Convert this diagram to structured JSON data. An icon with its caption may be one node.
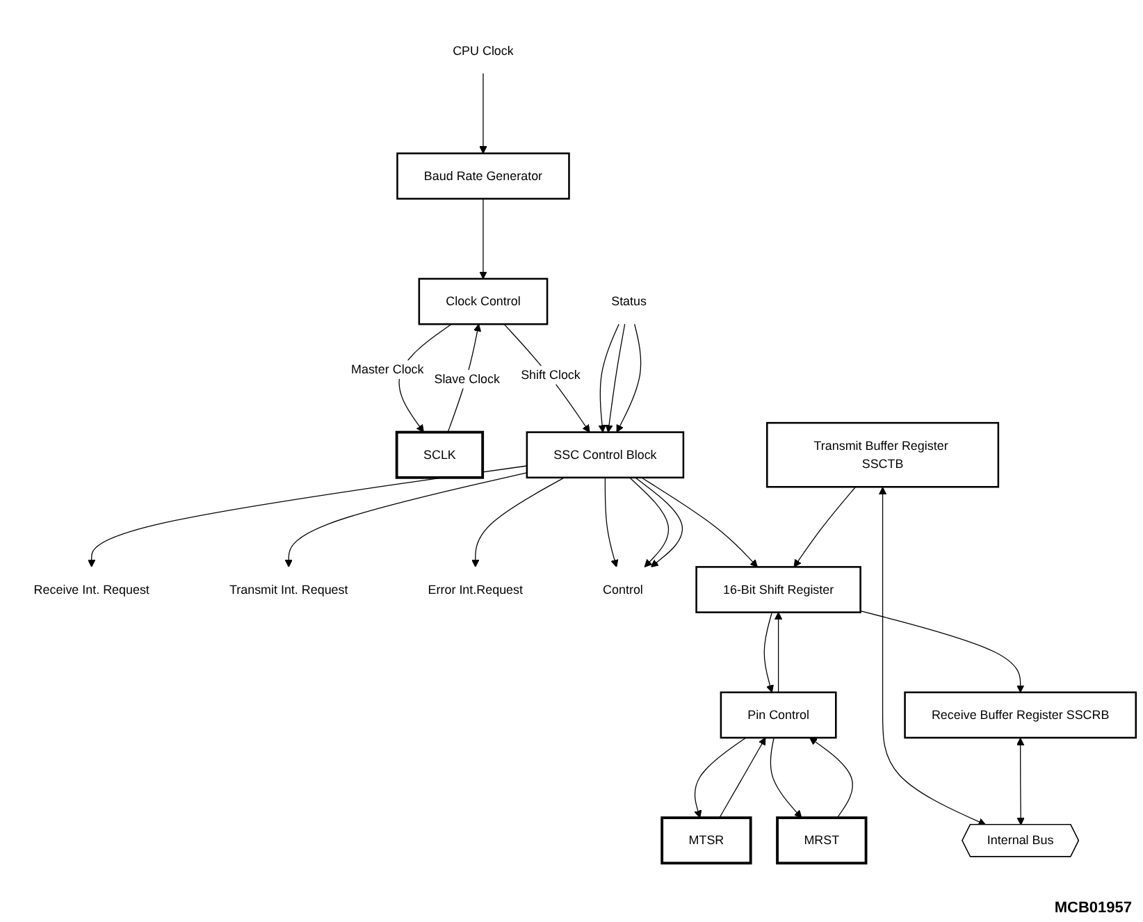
{
  "diagram": {
    "nodes": [
      {
        "text": [
          "CPU Clock"
        ]
      },
      {
        "text": [
          "Baud Rate Generator"
        ]
      },
      {
        "text": [
          "Clock Control"
        ]
      },
      {
        "text": [
          "SCLK"
        ]
      },
      {
        "text": [
          "SSC Control Block"
        ]
      },
      {
        "text": [
          "Receive Int. Request"
        ]
      },
      {
        "text": [
          "Transmit Int. Request"
        ]
      },
      {
        "text": [
          "Error Int.Request"
        ]
      },
      {
        "text": [
          "Status"
        ]
      },
      {
        "text": [
          "Control"
        ]
      },
      {
        "text": [
          "Pin Control"
        ]
      },
      {
        "text": [
          "MTSR"
        ]
      },
      {
        "text": [
          "MRST"
        ]
      },
      {
        "text": [
          "16-Bit Shift Register"
        ]
      },
      {
        "text": [
          "Transmit Buffer Register SSCTB"
        ]
      },
      {
        "text": [
          "Receive Buffer Register SSCRB"
        ]
      },
      {
        "text": [
          "Internal Bus"
        ]
      }
    ],
    "edges": [
      {
        "from": 0,
        "to": 1,
        "arrow": "to"
      },
      {
        "from": 1,
        "to": 2,
        "arrow": "to"
      },
      {
        "from": 3,
        "to": 2,
        "arrow": "to",
        "label": "Slave Clock"
      },
      {
        "from": 2,
        "to": 3,
        "arrow": "to",
        "label": "Master Clock"
      },
      {
        "from": 2,
        "to": 4,
        "arrow": "to",
        "label": "Shift Clock"
      },
      {
        "from": 4,
        "to": 5,
        "arrow": "to"
      },
      {
        "from": 4,
        "to": 6,
        "arrow": "to"
      },
      {
        "from": 4,
        "to": 7,
        "arrow": "to"
      },
      {
        "from": 8,
        "to": 4,
        "arrow": "to"
      },
      {
        "from": 8,
        "to": 4,
        "arrow": "to"
      },
      {
        "from": 8,
        "to": 4,
        "arrow": "to"
      },
      {
        "from": 4,
        "to": 9,
        "arrow": "to"
      },
      {
        "from": 4,
        "to": 9,
        "arrow": "to"
      },
      {
        "from": 4,
        "to": 9,
        "arrow": "to"
      },
      {
        "from": 4,
        "to": 13,
        "arrow": "to"
      },
      {
        "from": 13,
        "to": 10,
        "arrow": "to"
      },
      {
        "from": 10,
        "to": 13,
        "arrow": "to"
      },
      {
        "from": 10,
        "to": 11,
        "arrow": "to"
      },
      {
        "from": 10,
        "to": 12,
        "arrow": "to"
      },
      {
        "from": 11,
        "to": 10,
        "arrow": "to"
      },
      {
        "from": 12,
        "to": 10,
        "arrow": "to"
      },
      {
        "from": 14,
        "to": 13,
        "arrow": "to"
      },
      {
        "from": 13,
        "to": 15,
        "arrow": "to"
      },
      {
        "from": 14,
        "to": 16,
        "arrow": "both"
      },
      {
        "from": 15,
        "to": 16,
        "arrow": "both"
      }
    ],
    "labels": [
      "MCB01957"
    ]
  }
}
